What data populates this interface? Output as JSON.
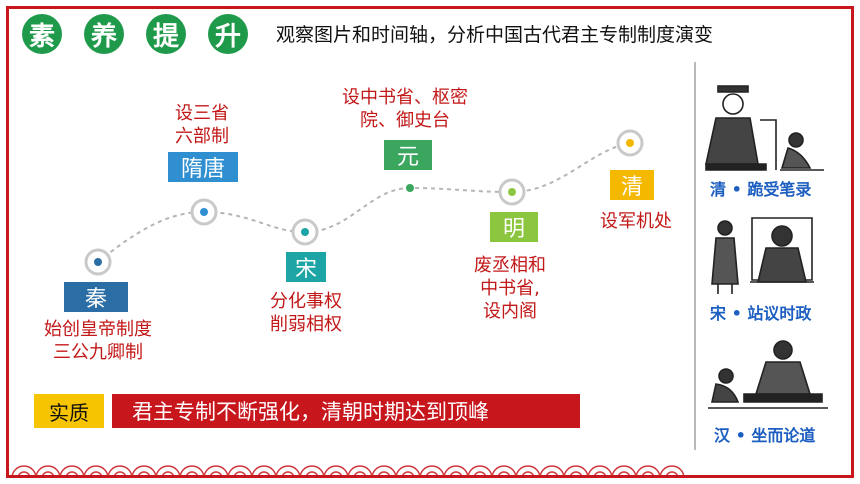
{
  "header": {
    "title_chars": [
      "素",
      "养",
      "提",
      "升"
    ],
    "subtitle": "观察图片和时间轴，分析中国古代君主专制制度演变"
  },
  "timeline": {
    "qin": {
      "era": "秦",
      "note_line1": "始创皇帝制度",
      "note_line2": "三公九卿制"
    },
    "suitang": {
      "era": "隋唐",
      "note_line1": "设三省",
      "note_line2": "六部制"
    },
    "song": {
      "era": "宋",
      "note_line1": "分化事权",
      "note_line2": "削弱相权"
    },
    "yuan": {
      "era": "元",
      "note_line1": "设中书省、枢密",
      "note_line2": "院、御史台"
    },
    "ming": {
      "era": "明",
      "note_line1": "废丞相和",
      "note_line2": "中书省,",
      "note_line3": "设内阁"
    },
    "qing": {
      "era": "清",
      "note_line1": "设军机处"
    }
  },
  "summary": {
    "label": "实质",
    "text": "君主专制不断强化，清朝时期达到顶峰"
  },
  "pictures": [
    {
      "caption": "清 • 跪受笔录"
    },
    {
      "caption": "宋 • 站议时政"
    },
    {
      "caption": "汉 • 坐而论道"
    }
  ],
  "colors": {
    "accent_red": "#c8161d",
    "title_green": "#1e9a4a",
    "qin": "#2b6ea6",
    "suitang": "#2f8fd0",
    "song": "#1da5a5",
    "yuan": "#3aa65e",
    "ming": "#8cc63f",
    "qing": "#f5b800",
    "caption_blue": "#1d5fc1"
  }
}
